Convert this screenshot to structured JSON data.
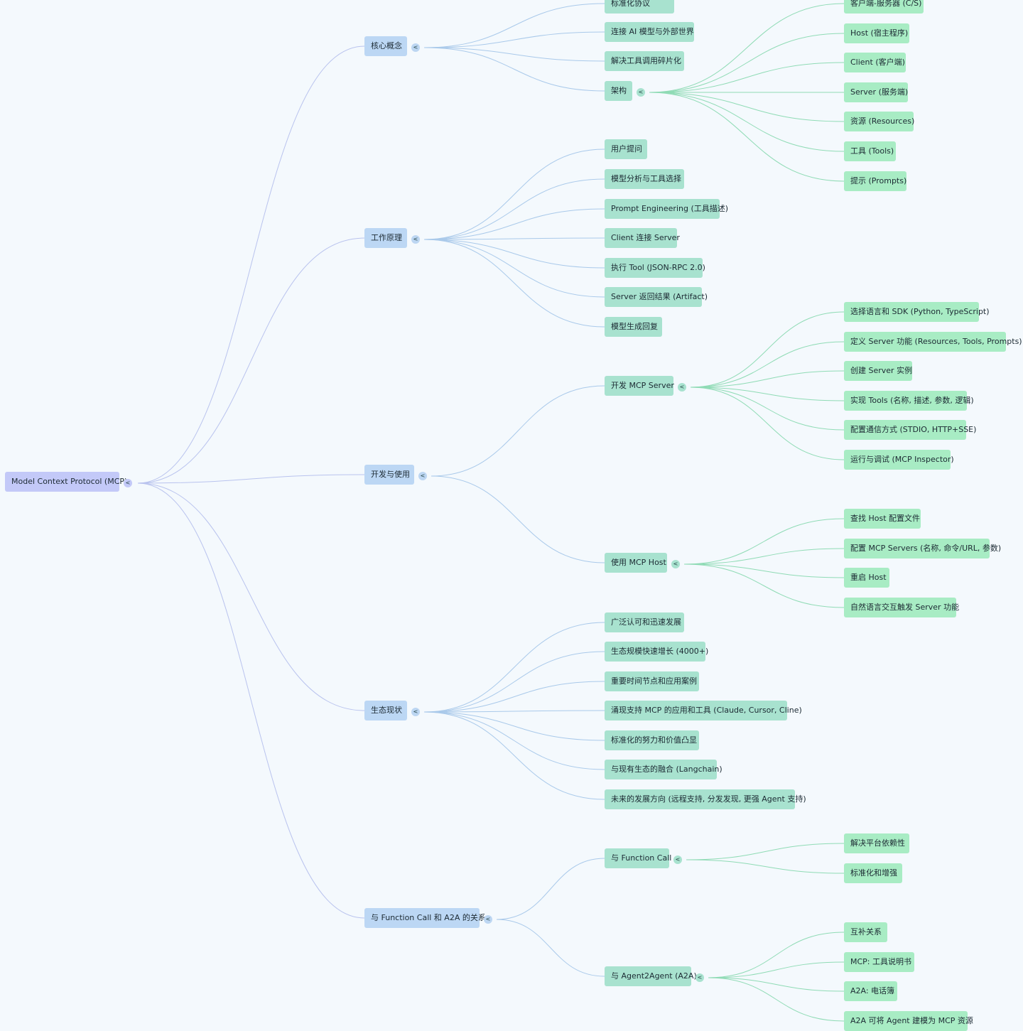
{
  "colors": {
    "background": "#f4f9fd",
    "root_node": "#c3c9f8",
    "level1_node": "#bcd7f4",
    "level2_node": "#a8e2cf",
    "level3_node": "#a8ecc4",
    "link_level1": "#b9c3ee",
    "link_level2": "#a9c9ea",
    "link_level3": "#8fdbb5"
  },
  "collapse_icon": "chevron-left-icon",
  "collapse_glyph": "<",
  "root": {
    "label": "Model Context Protocol (MCP)",
    "children": [
      {
        "label": "核心概念",
        "children": [
          {
            "label": "标准化协议"
          },
          {
            "label": "连接 AI 模型与外部世界"
          },
          {
            "label": "解决工具调用碎片化"
          },
          {
            "label": "架构",
            "children": [
              {
                "label": "客户端-服务器 (C/S)"
              },
              {
                "label": "Host (宿主程序)"
              },
              {
                "label": "Client (客户端)"
              },
              {
                "label": "Server (服务端)"
              },
              {
                "label": "资源 (Resources)"
              },
              {
                "label": "工具 (Tools)"
              },
              {
                "label": "提示 (Prompts)"
              }
            ]
          }
        ]
      },
      {
        "label": "工作原理",
        "children": [
          {
            "label": "用户提问"
          },
          {
            "label": "模型分析与工具选择"
          },
          {
            "label": "Prompt Engineering (工具描述)"
          },
          {
            "label": "Client 连接 Server"
          },
          {
            "label": "执行 Tool (JSON-RPC 2.0)"
          },
          {
            "label": "Server 返回结果 (Artifact)"
          },
          {
            "label": "模型生成回复"
          }
        ]
      },
      {
        "label": "开发与使用",
        "children": [
          {
            "label": "开发 MCP Server",
            "children": [
              {
                "label": "选择语言和 SDK (Python, TypeScript)"
              },
              {
                "label": "定义 Server 功能 (Resources, Tools, Prompts)"
              },
              {
                "label": "创建 Server 实例"
              },
              {
                "label": "实现 Tools (名称, 描述, 参数, 逻辑)"
              },
              {
                "label": "配置通信方式 (STDIO, HTTP+SSE)"
              },
              {
                "label": "运行与调试 (MCP Inspector)"
              }
            ]
          },
          {
            "label": "使用 MCP Host",
            "children": [
              {
                "label": "查找 Host 配置文件"
              },
              {
                "label": "配置 MCP Servers (名称, 命令/URL, 参数)"
              },
              {
                "label": "重启 Host"
              },
              {
                "label": "自然语言交互触发 Server 功能"
              }
            ]
          }
        ]
      },
      {
        "label": "生态现状",
        "children": [
          {
            "label": "广泛认可和迅速发展"
          },
          {
            "label": "生态规模快速增长 (4000+)"
          },
          {
            "label": "重要时间节点和应用案例"
          },
          {
            "label": "涌现支持 MCP 的应用和工具 (Claude, Cursor, Cline)"
          },
          {
            "label": "标准化的努力和价值凸显"
          },
          {
            "label": "与现有生态的融合 (Langchain)"
          },
          {
            "label": "未来的发展方向 (远程支持, 分发发现, 更强 Agent 支持)"
          }
        ]
      },
      {
        "label": "与 Function Call 和 A2A 的关系",
        "children": [
          {
            "label": "与 Function Call",
            "children": [
              {
                "label": "解决平台依赖性"
              },
              {
                "label": "标准化和增强"
              }
            ]
          },
          {
            "label": "与 Agent2Agent (A2A)",
            "children": [
              {
                "label": "互补关系"
              },
              {
                "label": "MCP: 工具说明书"
              },
              {
                "label": "A2A: 电话簿"
              },
              {
                "label": "A2A 可将 Agent 建模为 MCP 资源"
              }
            ]
          }
        ]
      }
    ]
  }
}
